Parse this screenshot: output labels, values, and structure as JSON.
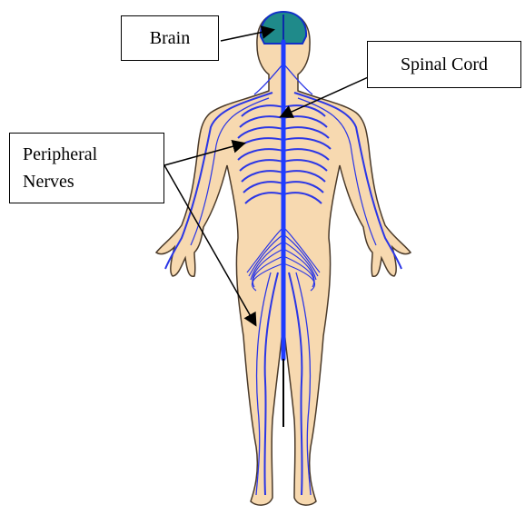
{
  "labels": {
    "brain": "Brain",
    "spinal_cord": "Spinal Cord",
    "peripheral_line1": "Peripheral",
    "peripheral_line2": "Nerves"
  },
  "colors": {
    "skin": "#f7d9b0",
    "outline": "#4a3a2a",
    "nerve": "#2b36e6",
    "spinal_cord": "#1e3cff",
    "brain": "#1f8a8a",
    "brain_outline": "#1230c8",
    "arrow": "#000000"
  }
}
